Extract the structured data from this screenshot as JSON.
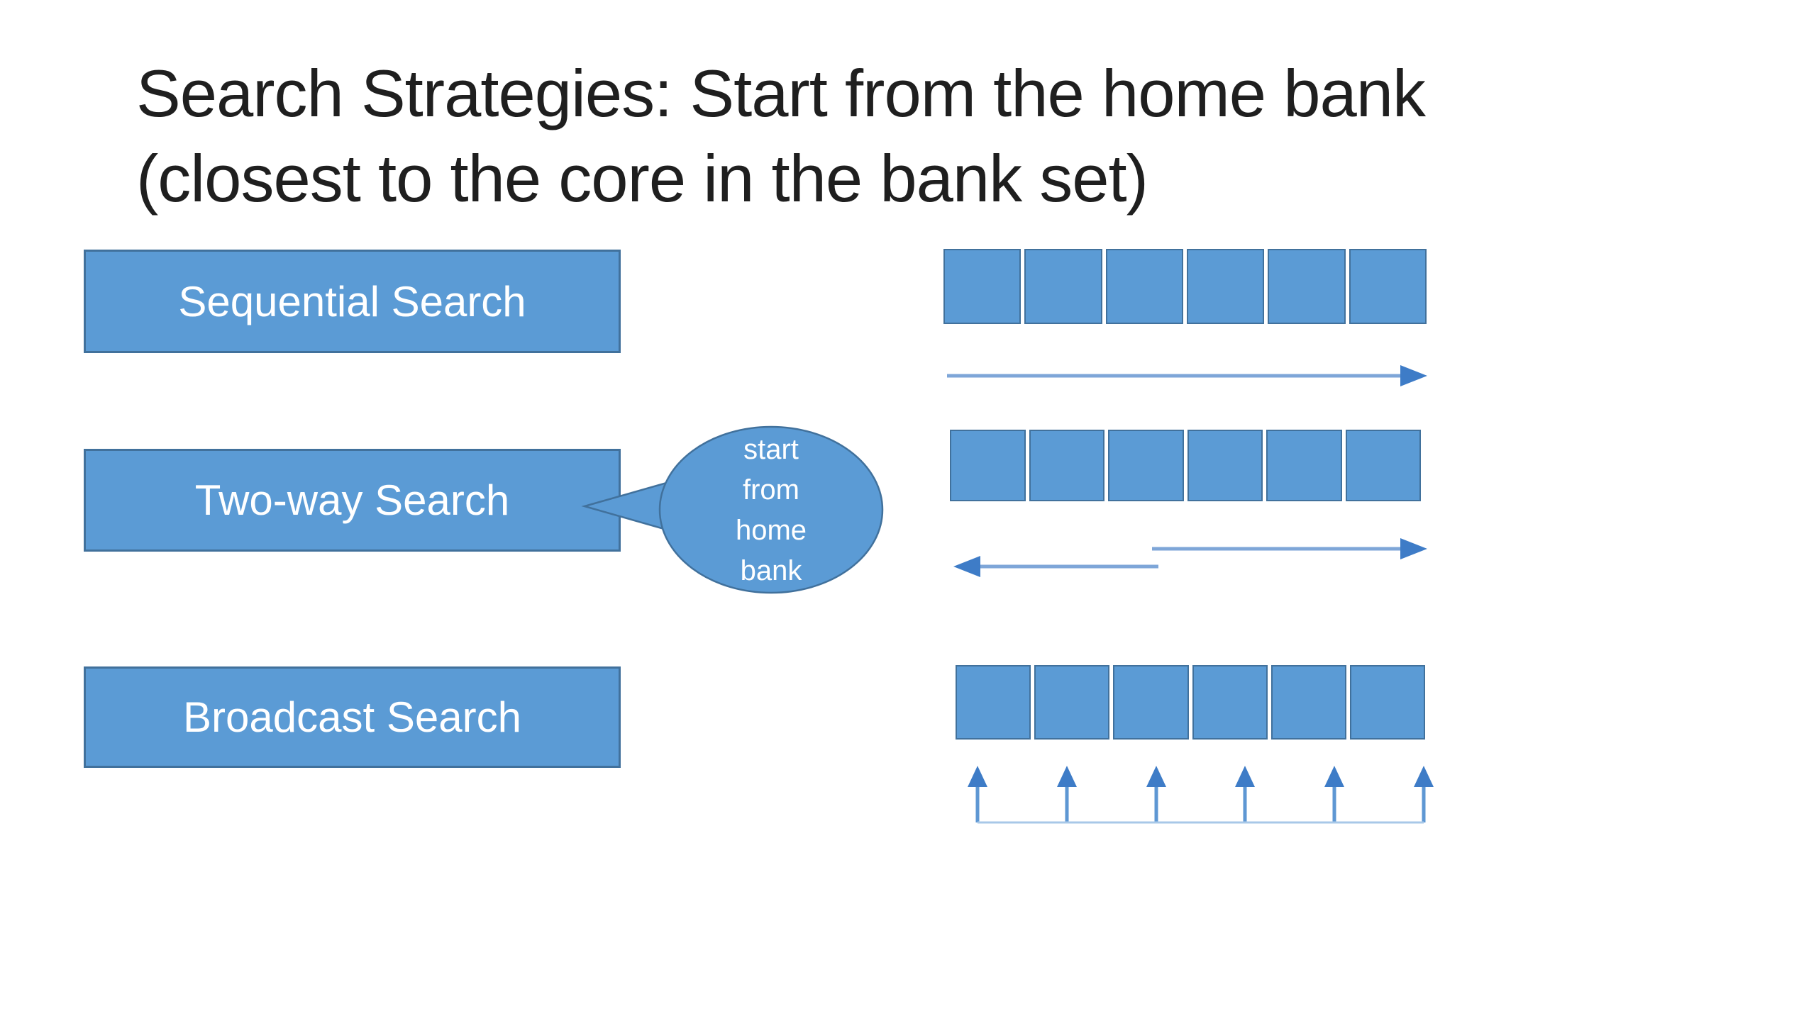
{
  "slide": {
    "title_line1": "Search Strategies: Start from the home bank",
    "title_line2": "(closest to the core in the bank set)"
  },
  "labels": {
    "sequential": "Sequential Search",
    "two_way": "Two-way Search",
    "broadcast": "Broadcast Search"
  },
  "callout": {
    "lines": [
      "start",
      "from",
      "home",
      "bank"
    ]
  },
  "diagram": {
    "rows": [
      {
        "name": "sequential",
        "banks": 6
      },
      {
        "name": "two-way",
        "banks": 6
      },
      {
        "name": "broadcast",
        "banks": 6
      }
    ]
  },
  "colors": {
    "box_fill": "#5b9bd5",
    "box_border": "#41719c",
    "arrow_line": "#7ea6d8",
    "arrow_head": "#3e7cc7",
    "broadcast_stem": "#5e97d3",
    "broadcast_line": "#a8c8e8",
    "title_color": "#1f1f1f",
    "label_text": "#ffffff"
  }
}
